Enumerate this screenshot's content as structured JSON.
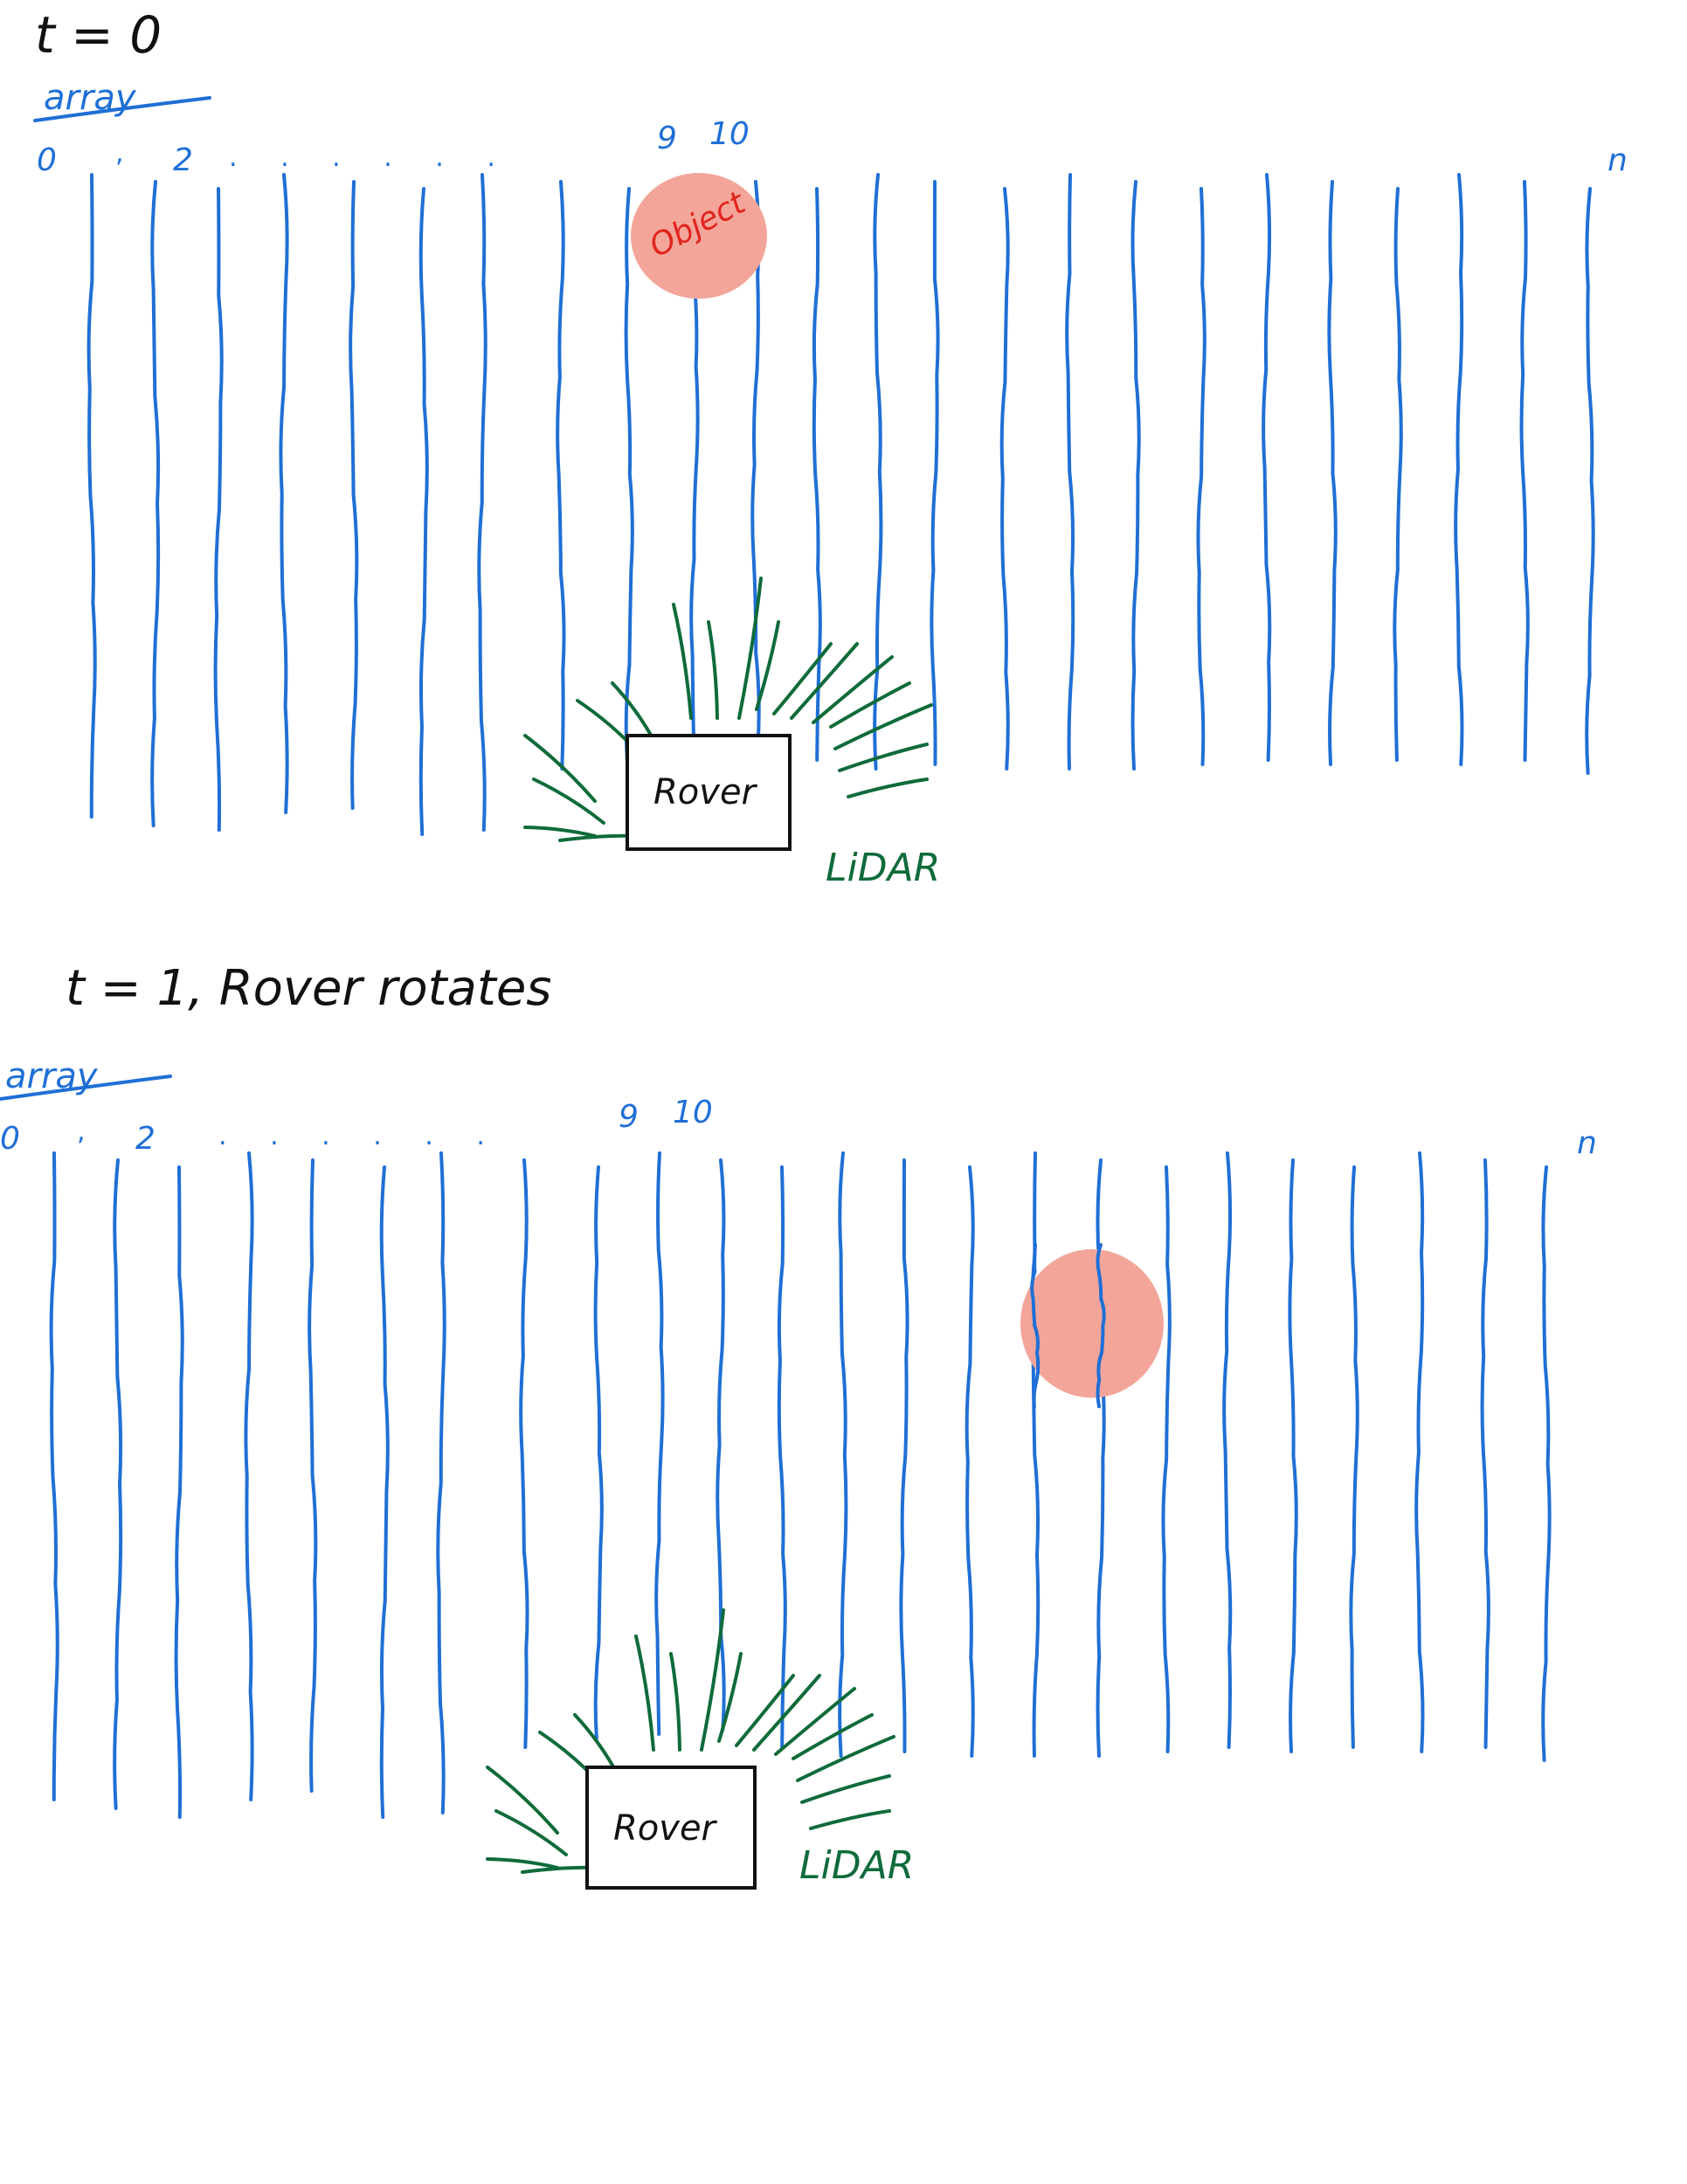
{
  "panels": [
    {
      "time_label": "t = 0",
      "array_label": "array",
      "index_labels": {
        "first": "0",
        "comma": ",",
        "second": "2",
        "ellipsis": ". . . . . .",
        "nine": "9",
        "ten": "10",
        "last": "n"
      },
      "object_label": "Object",
      "rover_label": "Rover",
      "sensor_label": "LiDAR"
    },
    {
      "time_label": "t = 1, Rover rotates",
      "array_label": "array",
      "index_labels": {
        "first": "0",
        "comma": ",",
        "second": "2",
        "ellipsis": ". . . . . .",
        "nine": "9",
        "ten": "10",
        "last": "n"
      },
      "object_label": "",
      "rover_label": "Rover",
      "sensor_label": "LiDAR"
    }
  ],
  "colors": {
    "array_lines": "#1f6fd6",
    "lidar_rays": "#0f6b3a",
    "object_fill": "#f3a59a",
    "object_text": "#e0241c",
    "ink": "#111111"
  }
}
